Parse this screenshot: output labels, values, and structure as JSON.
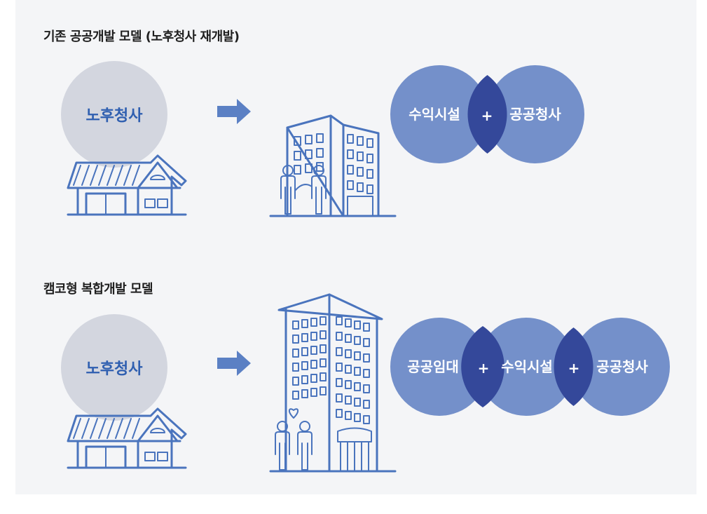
{
  "sections": [
    {
      "title": "기존 공공개발 모델 (노후청사 재개발)",
      "old_building_label": "노후청사",
      "circles": [
        "수익시설",
        "공공청사"
      ],
      "plus_symbol": "+"
    },
    {
      "title": "캠코형 복합개발 모델",
      "old_building_label": "노후청사",
      "circles": [
        "공공임대",
        "수익시설",
        "공공청사"
      ],
      "plus_symbol": "+"
    }
  ],
  "colors": {
    "panel_bg": "#f4f5f7",
    "circle_fill": "#7490ca",
    "overlap_fill": "#34489a",
    "old_label_circle": "#d3d6df",
    "line_art": "#4a74bd",
    "arrow": "#5b80c4"
  },
  "icons": [
    "house-icon",
    "arrow-right-icon",
    "building-icon",
    "people-icon"
  ]
}
